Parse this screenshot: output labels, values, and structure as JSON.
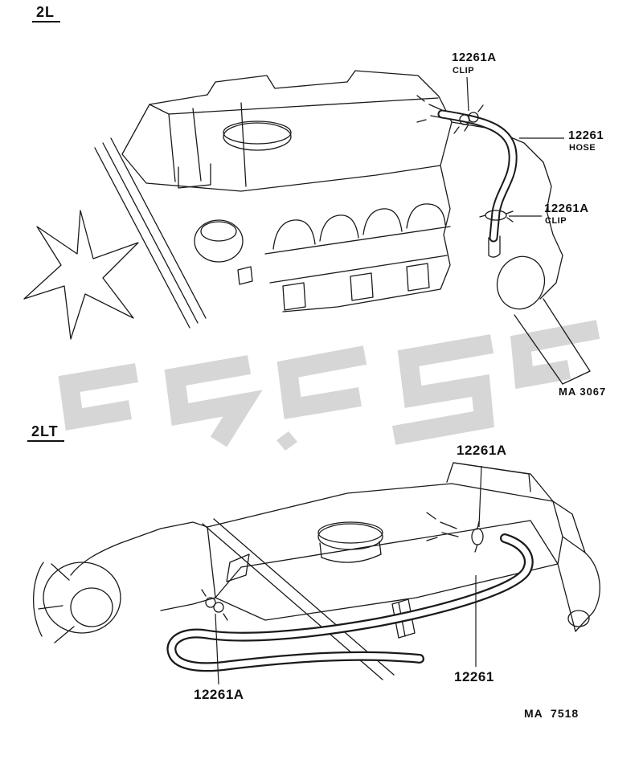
{
  "page": {
    "background": "#ffffff",
    "ink": "#1a1a1a",
    "watermark_color": "#cccccc"
  },
  "diagram_2l": {
    "section_label": "2L",
    "callout_clip_top": {
      "part_no": "12261A",
      "part_name": "CLIP"
    },
    "callout_hose": {
      "part_no": "12261",
      "part_name": "HOSE"
    },
    "callout_clip_right": {
      "part_no": "12261A",
      "part_name": "CLIP"
    },
    "figure_ref": "MA 3067"
  },
  "diagram_2lt": {
    "section_label": "2LT",
    "callout_clip_upper": {
      "part_no": "12261A"
    },
    "callout_clip_lower": {
      "part_no": "12261A"
    },
    "callout_hose": {
      "part_no": "12261"
    },
    "figure_ref": "MA  7518"
  }
}
